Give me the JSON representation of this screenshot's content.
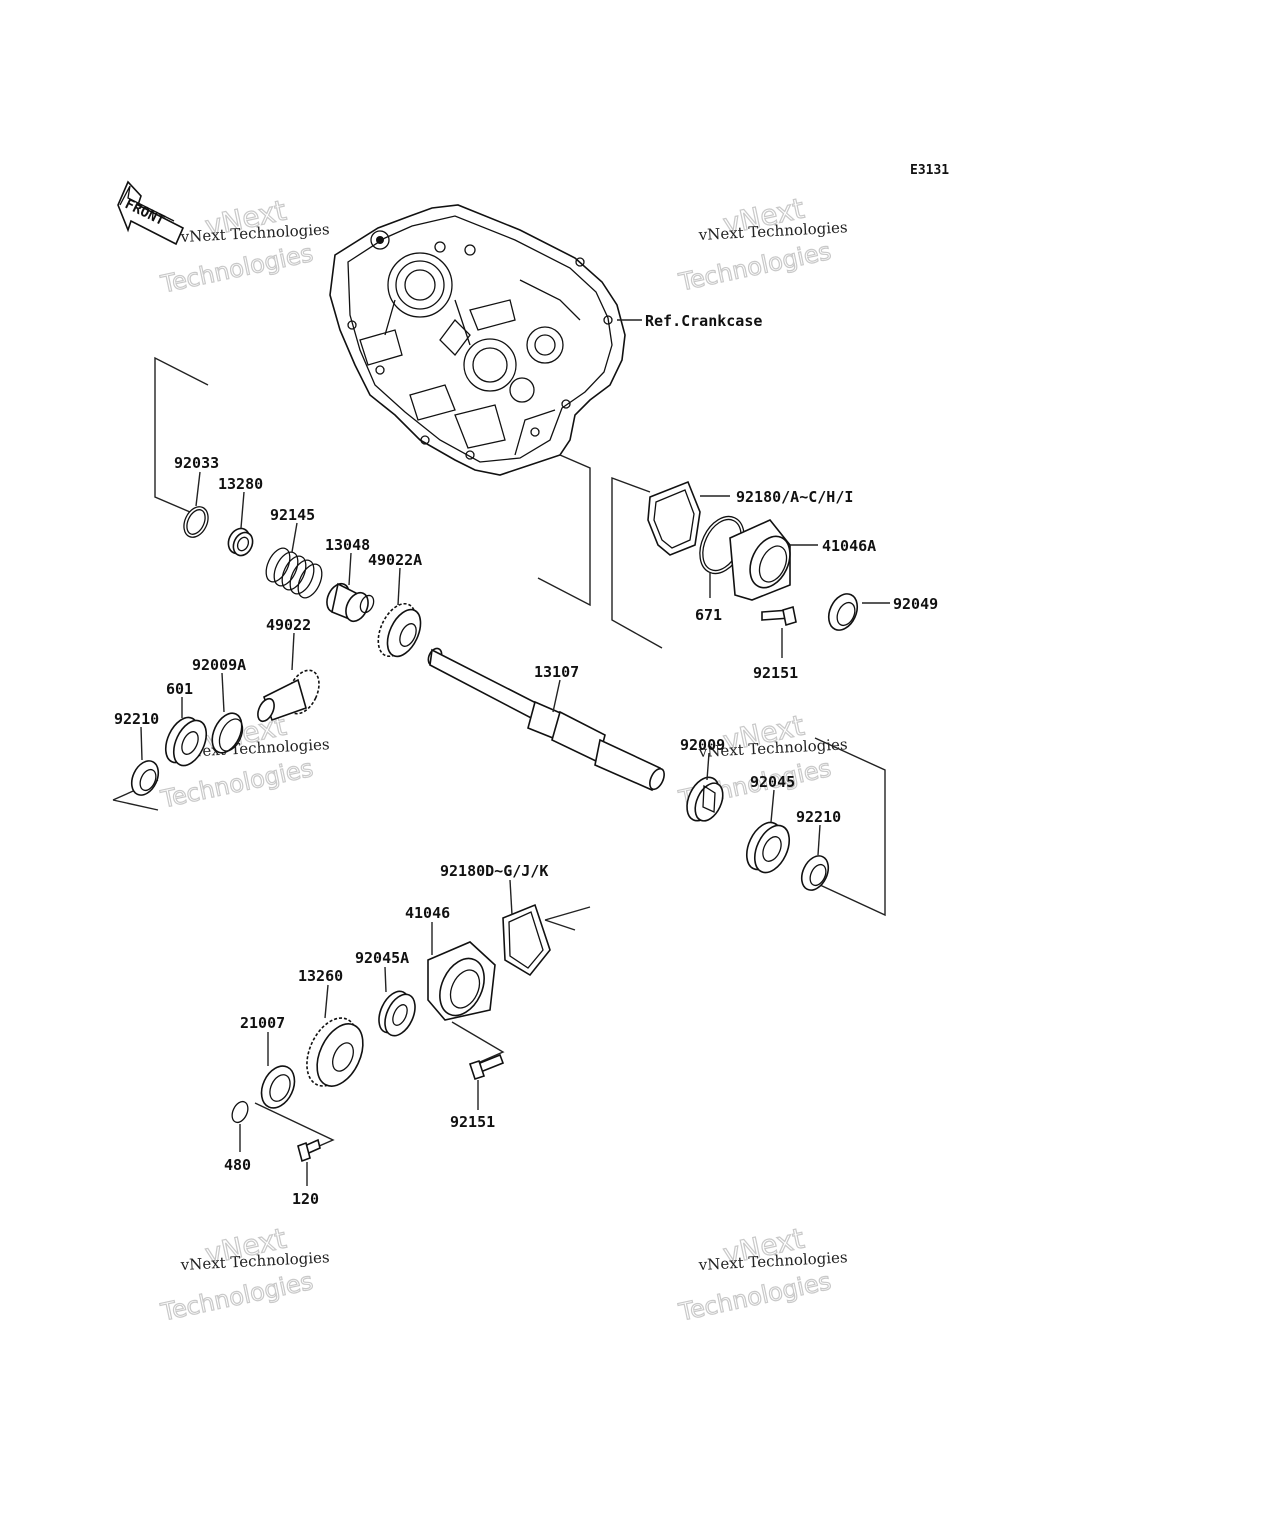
{
  "diagram_code": "E3131",
  "front_label": "FRONT",
  "ref_label": "Ref.Crankcase",
  "watermarks": [
    {
      "line1": "vNext Technologies",
      "line2": "vNext",
      "line3": "Technologies"
    },
    {
      "line1": "vNext Technologies",
      "line2": "vNext",
      "line3": "Technologies"
    },
    {
      "line1": "vNext Technologies",
      "line2": "vNext",
      "line3": "Technologies"
    },
    {
      "line1": "vNext Technologies",
      "line2": "vNext",
      "line3": "Technologies"
    },
    {
      "line1": "vNext Technologies",
      "line2": "vNext",
      "line3": "Technologies"
    },
    {
      "line1": "vNext Technologies",
      "line2": "vNext",
      "line3": "Technologies"
    }
  ],
  "parts": [
    {
      "number": "92033"
    },
    {
      "number": "13280"
    },
    {
      "number": "92145"
    },
    {
      "number": "13048"
    },
    {
      "number": "49022A"
    },
    {
      "number": "49022"
    },
    {
      "number": "92009A"
    },
    {
      "number": "601"
    },
    {
      "number": "92210"
    },
    {
      "number": "13107"
    },
    {
      "number": "92009"
    },
    {
      "number": "92045"
    },
    {
      "number": "92210"
    },
    {
      "number": "92180/A~C/H/I"
    },
    {
      "number": "41046A"
    },
    {
      "number": "92049"
    },
    {
      "number": "671"
    },
    {
      "number": "92151"
    },
    {
      "number": "92180D~G/J/K"
    },
    {
      "number": "41046"
    },
    {
      "number": "92045A"
    },
    {
      "number": "13260"
    },
    {
      "number": "21007"
    },
    {
      "number": "480"
    },
    {
      "number": "120"
    },
    {
      "number": "92151"
    }
  ]
}
